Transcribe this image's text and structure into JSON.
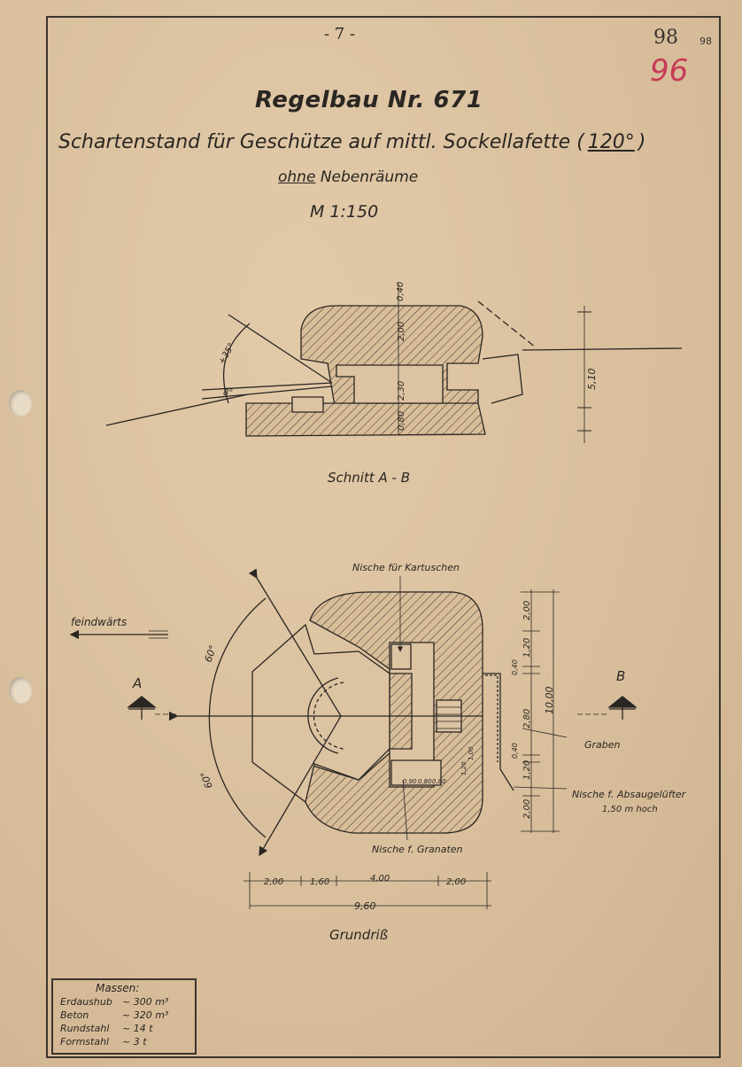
{
  "header": {
    "page_number": "- 7 -",
    "stamp_number": "98",
    "stamp_small": "98",
    "handwritten_number": "96"
  },
  "title": {
    "main": "Regelbau Nr. 671",
    "subtitle_pre": "Schartenstand für Geschütze auf mittl. Sockellafette",
    "subtitle_angle": "120°",
    "subtitle_open": "(",
    "subtitle_close": ")",
    "ohne": "ohne",
    "nebenraeume": "Nebenräume",
    "scale": "M 1:150"
  },
  "section": {
    "caption": "Schnitt A - B",
    "dims": [
      "0,40",
      "2,00",
      "2,30",
      "0,80",
      "5,10",
      "+35°",
      "8°"
    ]
  },
  "plan": {
    "caption": "Grundriß",
    "direction": "feindwärts",
    "marker_a": "A",
    "marker_b": "B",
    "label_kartuschen": "Nische für Kartuschen",
    "label_granaten": "Nische f. Granaten",
    "label_graben": "Graben",
    "label_absaug_1": "Nische f. Absaugelüfter",
    "label_absaug_2": "1,50 m hoch",
    "angle_top": "60°",
    "angle_bottom": "60°",
    "dims_right": [
      "2,00",
      "1,20",
      "0,40",
      "10,00",
      "2,80",
      "0,40",
      "1,20",
      "2,00"
    ],
    "dims_bottom": [
      "2,00",
      "1,60",
      "4,00",
      "2,00"
    ],
    "dim_total": "9,60",
    "inner_dims": [
      "0,90",
      "0,80",
      "0,80",
      "1,20",
      "1,00"
    ]
  },
  "masses": {
    "heading": "Massen:",
    "rows": [
      {
        "label": "Erdaushub",
        "value": "~ 300 m³"
      },
      {
        "label": "Beton",
        "value": "~ 320 m³"
      },
      {
        "label": "Rundstahl",
        "value": "~ 14 t"
      },
      {
        "label": "Formstahl",
        "value": "~ 3 t"
      }
    ]
  }
}
